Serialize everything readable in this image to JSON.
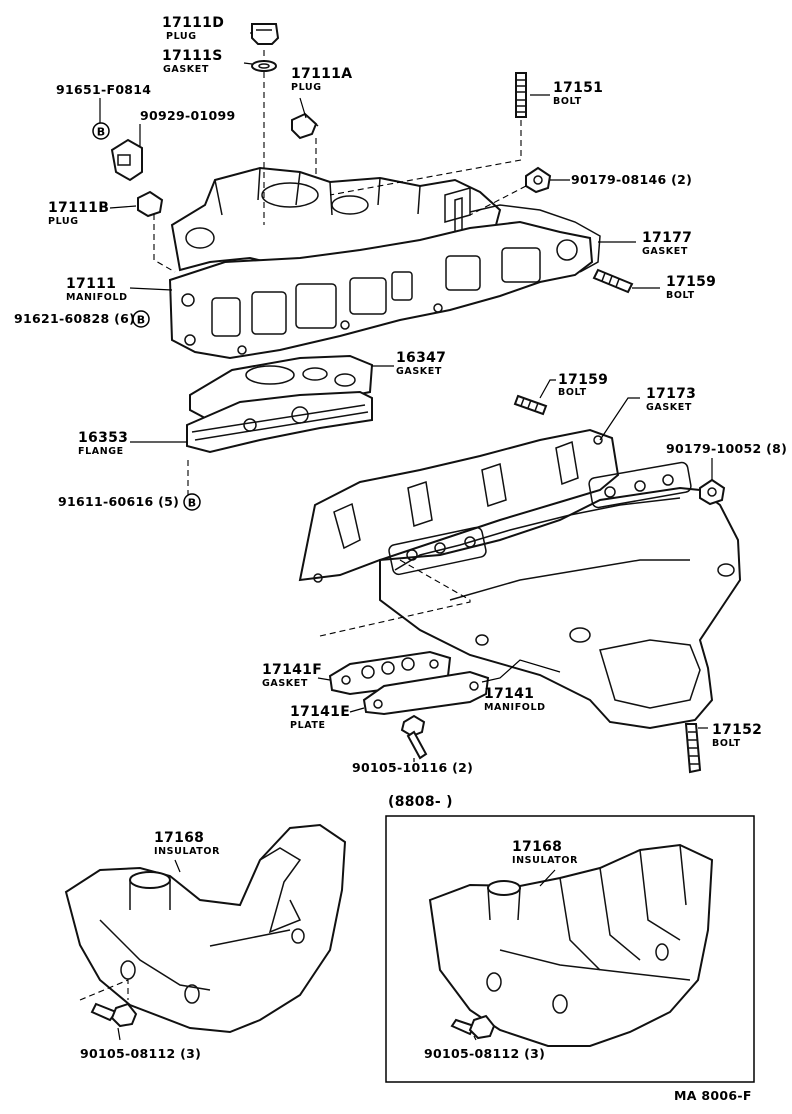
{
  "labels": {
    "p17111d": {
      "num": "17111D",
      "name": "PLUG"
    },
    "p17111s": {
      "num": "17111S",
      "name": "GASKET"
    },
    "p17111a": {
      "num": "17111A",
      "name": "PLUG"
    },
    "p17151": {
      "num": "17151",
      "name": "BOLT"
    },
    "p91651": {
      "num": "91651-F0814"
    },
    "p90929": {
      "num": "90929-01099"
    },
    "p90179a": {
      "num": "90179-08146 (2)"
    },
    "p17111b": {
      "num": "17111B",
      "name": "PLUG"
    },
    "p17177": {
      "num": "17177",
      "name": "GASKET"
    },
    "p17111": {
      "num": "17111",
      "name": "MANIFOLD"
    },
    "p17159a": {
      "num": "17159",
      "name": "BOLT"
    },
    "p91621": {
      "num": "91621-60828 (6)"
    },
    "p16347": {
      "num": "16347",
      "name": "GASKET"
    },
    "p17159b": {
      "num": "17159",
      "name": "BOLT"
    },
    "p17173": {
      "num": "17173",
      "name": "GASKET"
    },
    "p16353": {
      "num": "16353",
      "name": "FLANGE"
    },
    "p90179b": {
      "num": "90179-10052 (8)"
    },
    "p91611": {
      "num": "91611-60616 (5)"
    },
    "p17141f": {
      "num": "17141F",
      "name": "GASKET"
    },
    "p17141": {
      "num": "17141",
      "name": "MANIFOLD"
    },
    "p17141e": {
      "num": "17141E",
      "name": "PLATE"
    },
    "p17152": {
      "num": "17152",
      "name": "BOLT"
    },
    "p90105a": {
      "num": "90105-10116 (2)"
    },
    "p17168a": {
      "num": "17168",
      "name": "INSULATOR"
    },
    "p17168b": {
      "num": "17168",
      "name": "INSULATOR"
    },
    "p90105b": {
      "num": "90105-08112 (3)"
    },
    "p90105c": {
      "num": "90105-08112 (3)"
    }
  },
  "badge_letter": "B",
  "date_range": "(8808-        )",
  "drawing_code": "MA  8006-F"
}
